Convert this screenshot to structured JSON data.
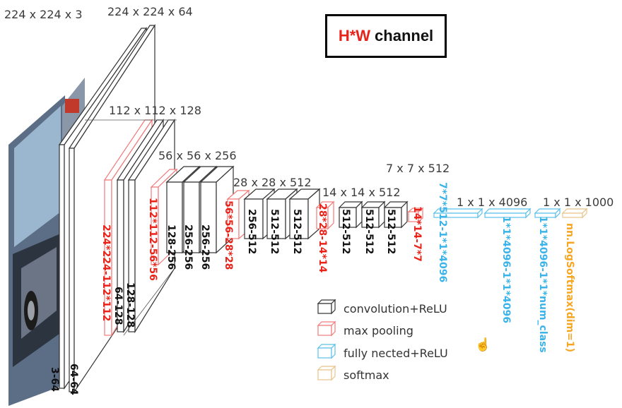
{
  "header_box": {
    "hw": "H*W",
    "channel": "channel"
  },
  "dims": {
    "d1": "224 x 224 x 3",
    "d2": "224 x 224 x 64",
    "d3": "112 x 112 x 128",
    "d4": "56 x 56 x 256",
    "d5": "28 x 28 x 512",
    "d6": "14 x 14 x 512",
    "d7": "7 x 7 x 512",
    "d8": "1 x 1 x 4096",
    "d9": "1 x 1 x 1000"
  },
  "layer_labels": {
    "c3_64": "3-64",
    "c64_64": "64-64",
    "p224": "224*224-112*112",
    "c64_128": "64-128",
    "c128_128": "128-128",
    "p112": "112*112-56*56",
    "c128_256": "128-256",
    "c256_256a": "256-256",
    "c256_256b": "256-256",
    "p56": "56*56-28*28",
    "c256_512": "256-512",
    "c512_512a": "512-512",
    "c512_512b": "512-512",
    "p28": "28*28-14*14",
    "c512_512c": "512-512",
    "c512_512d": "512-512",
    "c512_512e": "512-512",
    "p14": "14*14-7*7",
    "fc1": "7*7*512-1*1*4096",
    "fc2": "1*1*4096-1*1*4096",
    "fc3": "1*1*4096-1*1*num_class",
    "sm": "nn.LogSoftmax(dim=1)"
  },
  "legend": {
    "conv": "convolution+ReLU",
    "pool": "max pooling",
    "fc": "fully nected+ReLU",
    "softmax": "softmax"
  },
  "colors": {
    "conv": "#111111",
    "pool": "#f07b7b",
    "fc": "#5bc0eb",
    "softmax": "#e8c48a",
    "red_label": "#e8231a",
    "blue_label": "#3ab3e8",
    "orange_label": "#f5a623"
  },
  "icons": {
    "cursor": "hand-cursor-icon"
  }
}
